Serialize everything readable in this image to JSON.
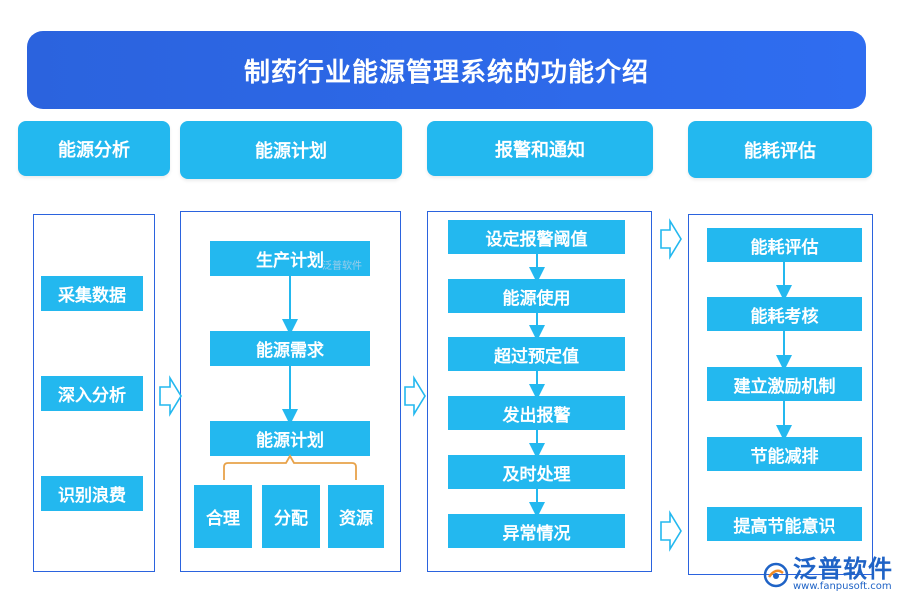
{
  "title": "制药行业能源管理系统的功能介绍",
  "headers": [
    "能源分析",
    "能源计划",
    "报警和通知",
    "能耗评估"
  ],
  "col1": [
    "采集数据",
    "深入分析",
    "识别浪费"
  ],
  "col2": {
    "steps": [
      "生产计划",
      "能源需求",
      "能源计划"
    ],
    "branches": [
      "合理",
      "分配",
      "资源"
    ]
  },
  "col3": [
    "设定报警阈值",
    "能源使用",
    "超过预定值",
    "发出报警",
    "及时处理",
    "异常情况"
  ],
  "col4": [
    "能耗评估",
    "能耗考核",
    "建立激励机制",
    "节能减排",
    "提高节能意识"
  ],
  "watermark": "泛普软件",
  "logo": {
    "name": "泛普软件",
    "url": "www.fanpusoft.com"
  },
  "colors": {
    "title_bg": "#2b63de",
    "box_bg": "#23b8ef",
    "panel_border": "#2b63de",
    "arrow": "#23b8ef",
    "bracket": "#e8a24a"
  }
}
